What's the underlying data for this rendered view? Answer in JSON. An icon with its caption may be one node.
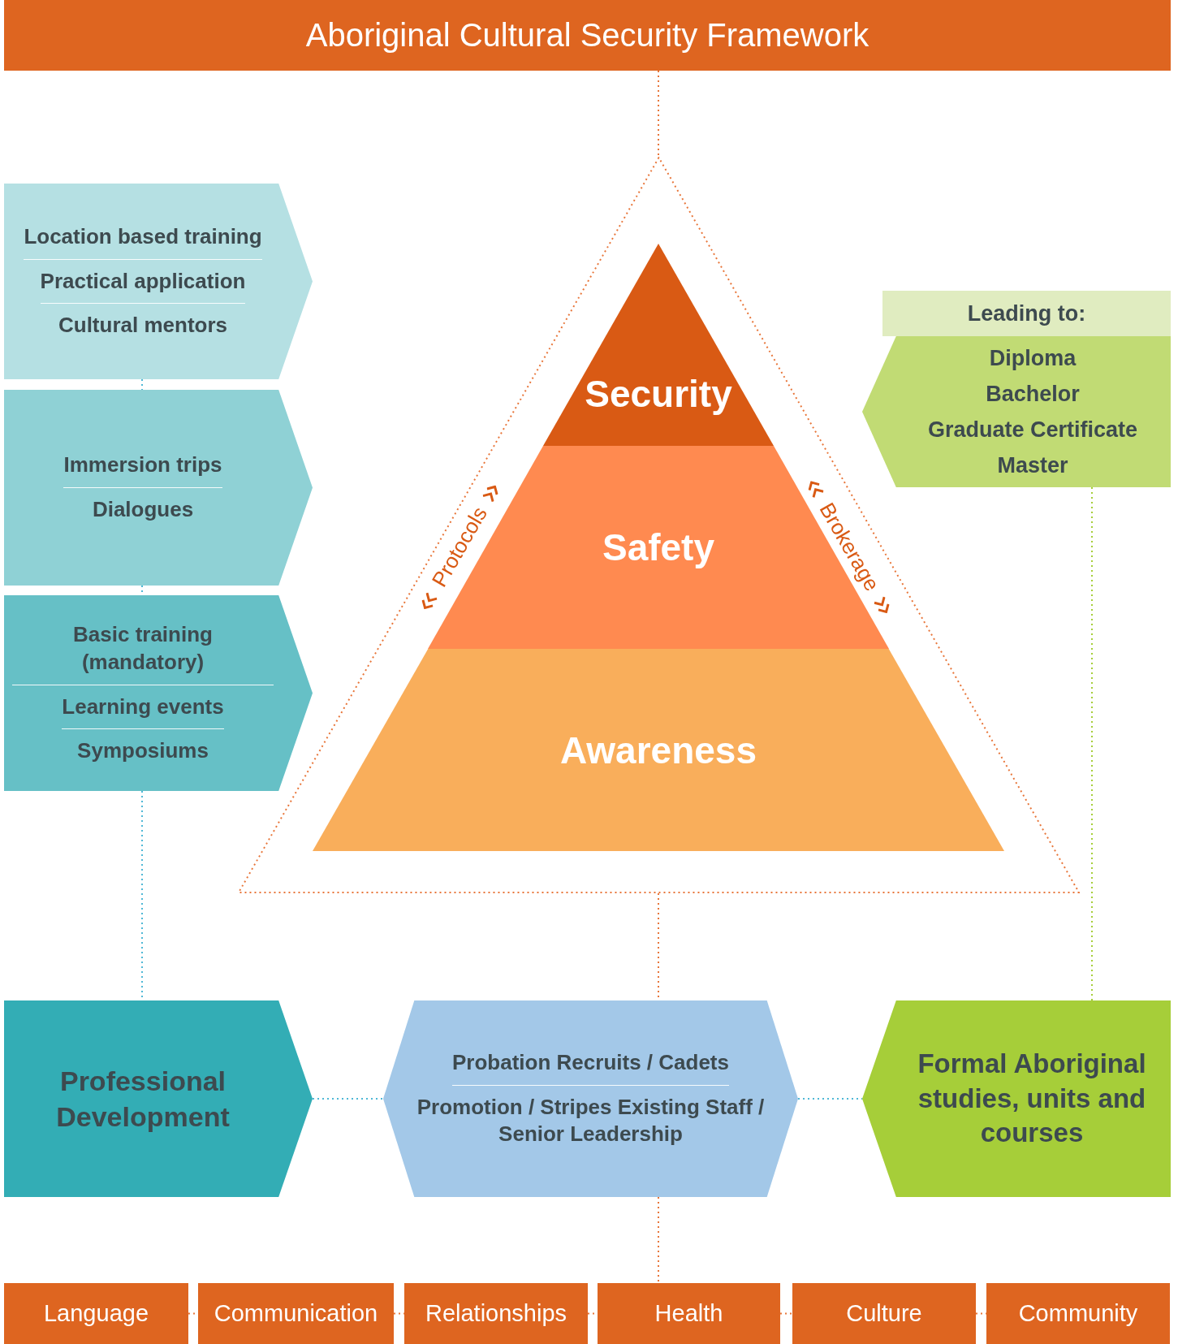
{
  "diagram": {
    "nodes": [
      {
        "text": [
          "Aboriginal Cultural Security Framework"
        ]
      },
      {
        "text": [],
        "shape": "triangle",
        "beside": [
          "Protocols",
          "Brokerage"
        ]
      },
      {
        "text": [
          "Security"
        ],
        "in": 1
      },
      {
        "text": [
          "Safety"
        ],
        "in": 1
      },
      {
        "text": [
          "Awareness"
        ],
        "in": 1
      },
      {
        "text": [
          "Location based training",
          "Practical application",
          "Cultural mentors"
        ]
      },
      {
        "text": [
          "Immersion trips",
          "Dialogues"
        ]
      },
      {
        "text": [
          "Basic training (mandatory)",
          "Learning events",
          "Symposiums"
        ]
      },
      {
        "text": [
          "Leading to:",
          "Diploma",
          "Bachelor",
          "Graduate Certificate",
          "Master"
        ]
      },
      {
        "text": [
          "Professional Development"
        ]
      },
      {
        "text": [
          "Probation Recruits / Cadets",
          "Promotion / Stripes Existing Staff / Senior Leadership"
        ]
      },
      {
        "text": [
          "Formal Aboriginal studies, units and courses"
        ]
      },
      {
        "text": [
          "Language"
        ]
      },
      {
        "text": [
          "Communication"
        ]
      },
      {
        "text": [
          "Relationships"
        ]
      },
      {
        "text": [
          "Health"
        ]
      },
      {
        "text": [
          "Culture"
        ]
      },
      {
        "text": [
          "Community"
        ]
      }
    ],
    "edges": [
      {
        "from": 0,
        "to": 1,
        "arrow": "none"
      },
      {
        "from": 5,
        "to": 6,
        "arrow": "none",
        "color": "#4fb8d6"
      },
      {
        "from": 6,
        "to": 7,
        "arrow": "none",
        "color": "#4fb8d6"
      },
      {
        "from": 7,
        "to": 9,
        "arrow": "none",
        "color": "#4fb8d6"
      },
      {
        "from": 1,
        "to": 10,
        "arrow": "none"
      },
      {
        "from": 9,
        "to": 10,
        "arrow": "none",
        "color": "#4fb8d6"
      },
      {
        "from": 10,
        "to": 11,
        "arrow": "none",
        "color": "#4fb8d6"
      },
      {
        "from": 8,
        "to": 11,
        "arrow": "none",
        "color": "#a6ce39"
      },
      {
        "from": 10,
        "to": 15,
        "arrow": "none"
      },
      {
        "from": 12,
        "to": 13,
        "arrow": "none"
      },
      {
        "from": 13,
        "to": 14,
        "arrow": "none"
      },
      {
        "from": 14,
        "to": 15,
        "arrow": "none"
      },
      {
        "from": 15,
        "to": 16,
        "arrow": "none"
      },
      {
        "from": 16,
        "to": 17,
        "arrow": "none"
      }
    ]
  }
}
